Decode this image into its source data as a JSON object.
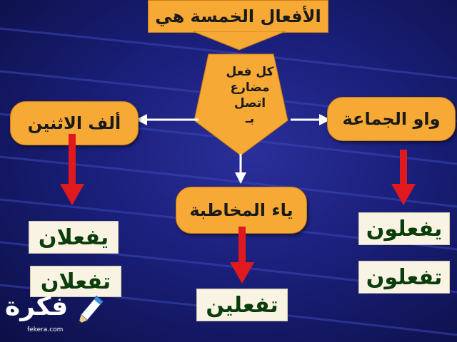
{
  "title": "الأفعال الخمسة هي",
  "center_node": {
    "lines": [
      "كل فعل",
      "مضارع",
      "اتصل",
      "بـ"
    ]
  },
  "branches": {
    "left": {
      "label": "ألف الاثنين",
      "examples": [
        "يفعلان",
        "تفعلان"
      ]
    },
    "middle": {
      "label": "ياء المخاطبة",
      "examples": [
        "تفعلين"
      ]
    },
    "right": {
      "label": "واو الجماعة",
      "examples": [
        "يفعلون",
        "تفعلون"
      ]
    }
  },
  "logo": {
    "text": "فكرة",
    "domain": "fekera.com"
  },
  "colors": {
    "background": "#1a1f7a",
    "node_fill": "#f7a935",
    "arrow_red": "#e0191f",
    "arrow_white": "#ffffff",
    "example_text": "#0a3d0a",
    "example_fill": "#f8f3e3"
  },
  "icons": [
    "pencil-icon"
  ]
}
